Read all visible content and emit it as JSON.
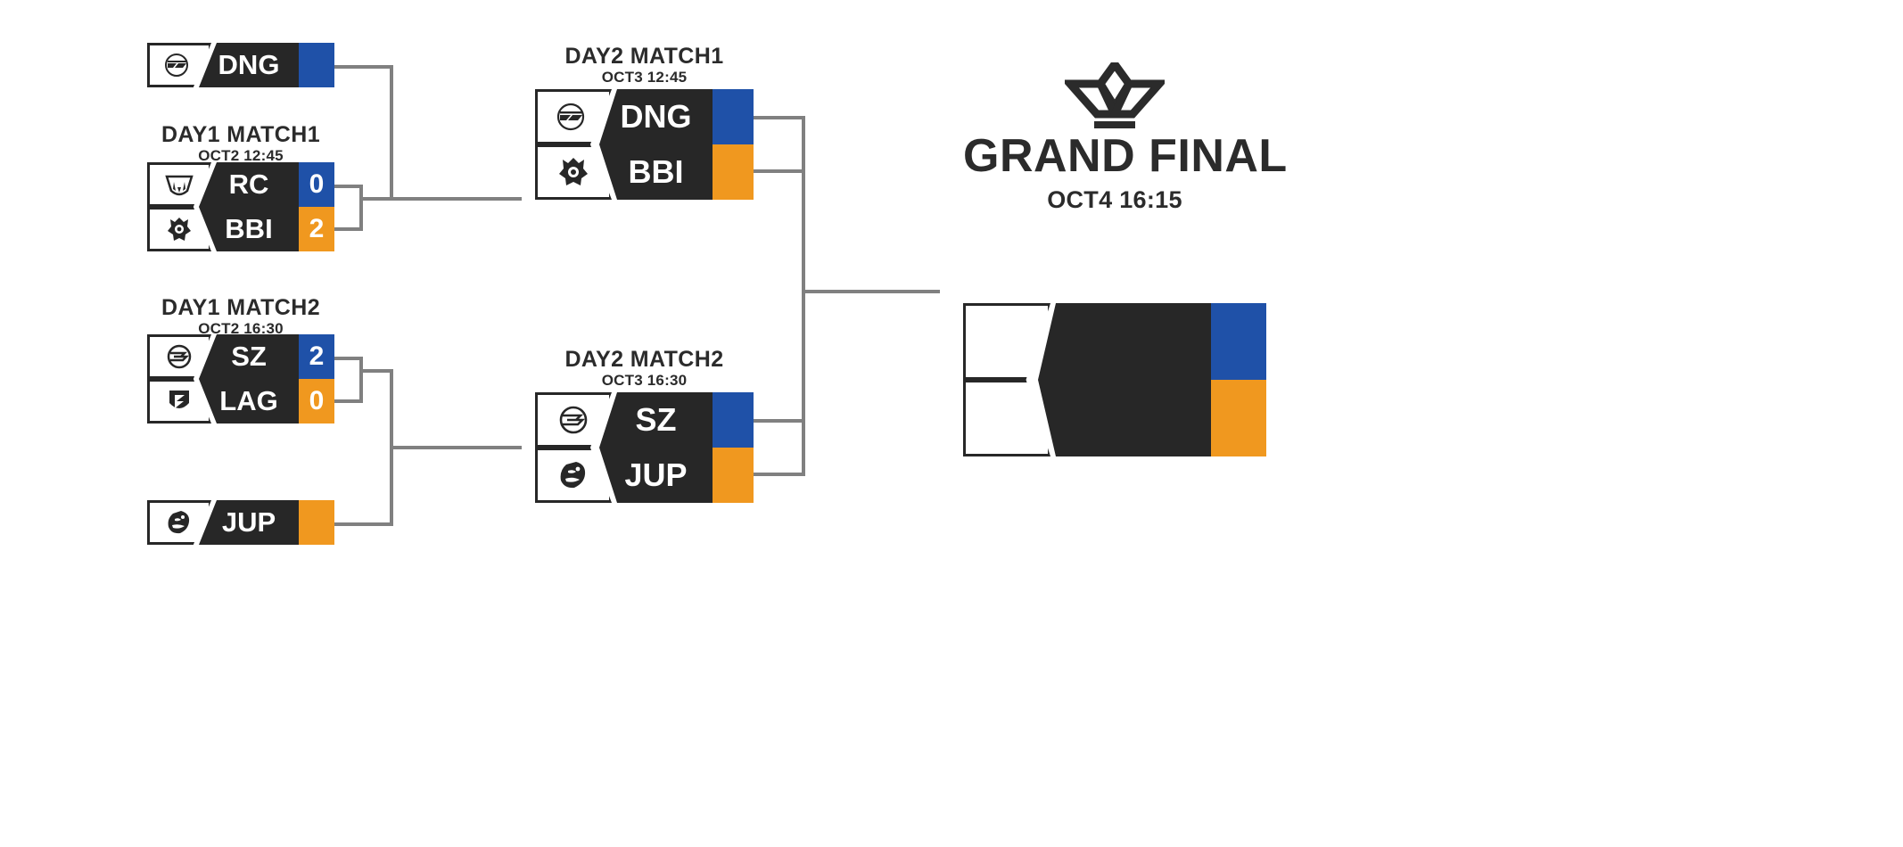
{
  "colors": {
    "blue": "#1f51a8",
    "orange": "#f0981f",
    "dark": "#272727",
    "line": "#808080",
    "text": "#2b2b2b"
  },
  "rounds": [
    {
      "id": "day1",
      "matches": [
        {
          "id": "day1-bye-top",
          "label": null,
          "time": null,
          "teams": [
            {
              "name": "DNG",
              "score": "",
              "accent": "blue",
              "logo": "dng-logo-icon"
            }
          ]
        },
        {
          "id": "day1-match1",
          "label": "DAY1 MATCH1",
          "time": "OCT2 12:45",
          "teams": [
            {
              "name": "RC",
              "score": "0",
              "accent": "blue",
              "logo": "rc-logo-icon"
            },
            {
              "name": "BBI",
              "score": "2",
              "accent": "orange",
              "logo": "bbi-logo-icon"
            }
          ]
        },
        {
          "id": "day1-match2",
          "label": "DAY1 MATCH2",
          "time": "OCT2 16:30",
          "teams": [
            {
              "name": "SZ",
              "score": "2",
              "accent": "blue",
              "logo": "sz-logo-icon"
            },
            {
              "name": "LAG",
              "score": "0",
              "accent": "orange",
              "logo": "lag-logo-icon"
            }
          ]
        },
        {
          "id": "day1-bye-bottom",
          "label": null,
          "time": null,
          "teams": [
            {
              "name": "JUP",
              "score": "",
              "accent": "orange",
              "logo": "jup-logo-icon"
            }
          ]
        }
      ]
    },
    {
      "id": "day2",
      "matches": [
        {
          "id": "day2-match1",
          "label": "DAY2 MATCH1",
          "time": "OCT3 12:45",
          "teams": [
            {
              "name": "DNG",
              "score": "",
              "accent": "blue",
              "logo": "dng-logo-icon"
            },
            {
              "name": "BBI",
              "score": "",
              "accent": "orange",
              "logo": "bbi-logo-icon"
            }
          ]
        },
        {
          "id": "day2-match2",
          "label": "DAY2 MATCH2",
          "time": "OCT3 16:30",
          "teams": [
            {
              "name": "SZ",
              "score": "",
              "accent": "blue",
              "logo": "sz-logo-icon"
            },
            {
              "name": "JUP",
              "score": "",
              "accent": "orange",
              "logo": "jup-logo-icon"
            }
          ]
        }
      ]
    },
    {
      "id": "final",
      "matches": [
        {
          "id": "grand-final",
          "label": "GRAND FINAL",
          "time": "OCT4 16:15",
          "icon": "crown-icon",
          "teams": [
            {
              "name": "",
              "score": "",
              "accent": "blue",
              "logo": ""
            },
            {
              "name": "",
              "score": "",
              "accent": "orange",
              "logo": ""
            }
          ]
        }
      ]
    }
  ]
}
